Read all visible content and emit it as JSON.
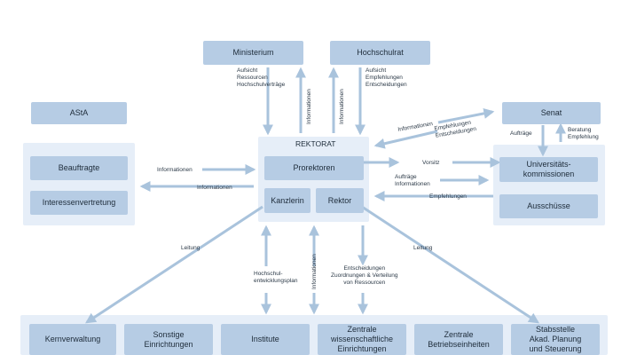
{
  "diagram": {
    "colors": {
      "box": "#b6cce4",
      "panel": "#e6eef8",
      "arrow": "#a9c3dc",
      "text": "#1e2c3a"
    },
    "nodes": {
      "ministerium": "Ministerium",
      "hochschulrat": "Hochschulrat",
      "asta": "AStA",
      "senat": "Senat",
      "rektorat_title": "REKTORAT",
      "prorektoren": "Prorektoren",
      "kanzlerin": "Kanzlerin",
      "rektor": "Rektor",
      "beauftragte": "Beauftragte",
      "interessenvertretung": "Interessenvertretung",
      "universitaetskommissionen": "Universitäts-\nkommissionen",
      "ausschuesse": "Ausschüsse",
      "kernverwaltung": "Kernverwaltung",
      "sonstige_einrichtungen": "Sonstige\nEinrichtungen",
      "institute": "Institute",
      "zentrale_wiss": "Zentrale\nwissenschaftliche\nEinrichtungen",
      "zentrale_betrieb": "Zentrale\nBetriebseinheiten",
      "stabsstelle": "Stabsstelle\nAkad. Planung\nund Steuerung"
    },
    "labels": {
      "min_out": "Aufsicht\nRessourcen\nHochschulverträge",
      "min_in": "Informationen",
      "hr_in": "Informationen",
      "hr_out": "Aufsicht\nEmpfehlungen\nEntscheidungen",
      "info_to_senat": "Informationen",
      "senat_emp": "Empfehlungen\nEntscheidungen",
      "senat_auftraege": "Aufträge",
      "senat_beratung": "Beratung\nEmpfehlung",
      "left_info_in": "Informationen",
      "left_info_out": "Informationen",
      "vorsitz": "Vorsitz",
      "auftraege_info": "Aufträge\nInformationen",
      "empfehlungen": "Empfehlungen",
      "leitung_left": "Leitung",
      "leitung_right": "Leitung",
      "hep": "Hochschul-\nentwicklungsplan",
      "info_vertical": "Informationen",
      "entscheidungen": "Entscheidungen\nZuordnungen & Verteilung\nvon Ressourcen"
    }
  }
}
